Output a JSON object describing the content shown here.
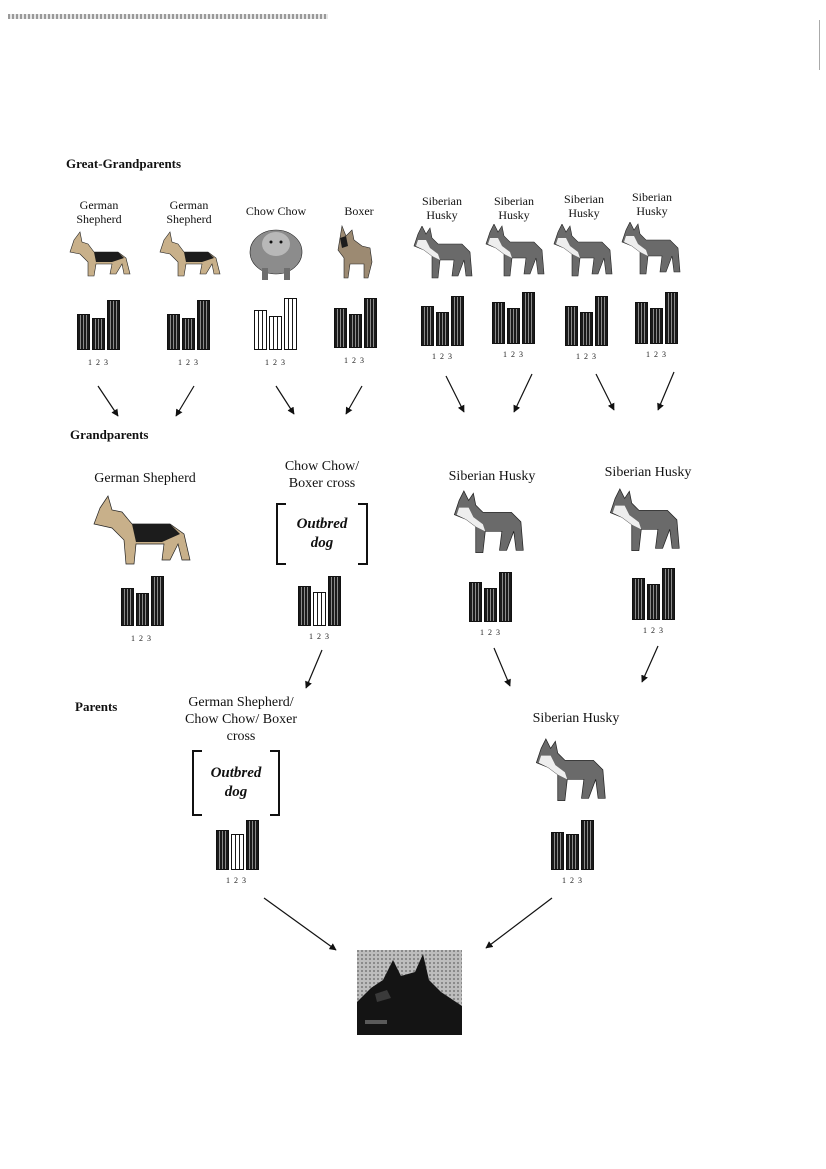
{
  "sections": {
    "great_grandparents": "Great-Grandparents",
    "grandparents": "Grandparents",
    "parents": "Parents"
  },
  "great_grandparents": [
    {
      "label": "German Shepherd",
      "breed": "german-shepherd",
      "bar_style": "filled",
      "ticks": "1 2 3"
    },
    {
      "label": "German Shepherd",
      "breed": "german-shepherd",
      "bar_style": "filled",
      "ticks": "1 2 3"
    },
    {
      "label": "Chow Chow",
      "breed": "chow-chow",
      "bar_style": "open",
      "ticks": "1 2 3"
    },
    {
      "label": "Boxer",
      "breed": "boxer",
      "bar_style": "filled",
      "ticks": "1 2 3"
    },
    {
      "label": "Siberian Husky",
      "breed": "siberian-husky",
      "bar_style": "filled",
      "ticks": "1 2 3"
    },
    {
      "label": "Siberian Husky",
      "breed": "siberian-husky",
      "bar_style": "filled",
      "ticks": "1 2 3"
    },
    {
      "label": "Siberian Husky",
      "breed": "siberian-husky",
      "bar_style": "filled",
      "ticks": "1 2 3"
    },
    {
      "label": "Siberian Husky",
      "breed": "siberian-husky",
      "bar_style": "filled",
      "ticks": "1 2 3"
    }
  ],
  "grandparents": [
    {
      "label": "German Shepherd",
      "breed": "german-shepherd",
      "bar_style": "filled",
      "ticks": "1 2 3"
    },
    {
      "label": "Chow Chow/ Boxer cross",
      "breed": "outbred",
      "outbred_text": "Outbred dog",
      "bar_style": "mixed",
      "ticks": "1 2 3"
    },
    {
      "label": "Siberian Husky",
      "breed": "siberian-husky",
      "bar_style": "filled",
      "ticks": "1 2 3"
    },
    {
      "label": "Siberian Husky",
      "breed": "siberian-husky",
      "bar_style": "filled",
      "ticks": "1 2 3"
    }
  ],
  "parents": [
    {
      "label": "German Shepherd/ Chow Chow/ Boxer cross",
      "breed": "outbred",
      "outbred_text": "Outbred dog",
      "bar_style": "mixed",
      "ticks": "1 2 3"
    },
    {
      "label": "Siberian Husky",
      "breed": "siberian-husky",
      "bar_style": "filled",
      "ticks": "1 2 3"
    }
  ],
  "offspring": {
    "breed": "offspring-photo"
  },
  "colors": {
    "ink": "#111111",
    "fur_dark": "#1c1c1c",
    "fur_tan": "#c8b08a",
    "fur_grey": "#8c8c8c",
    "paper": "#ffffff"
  }
}
